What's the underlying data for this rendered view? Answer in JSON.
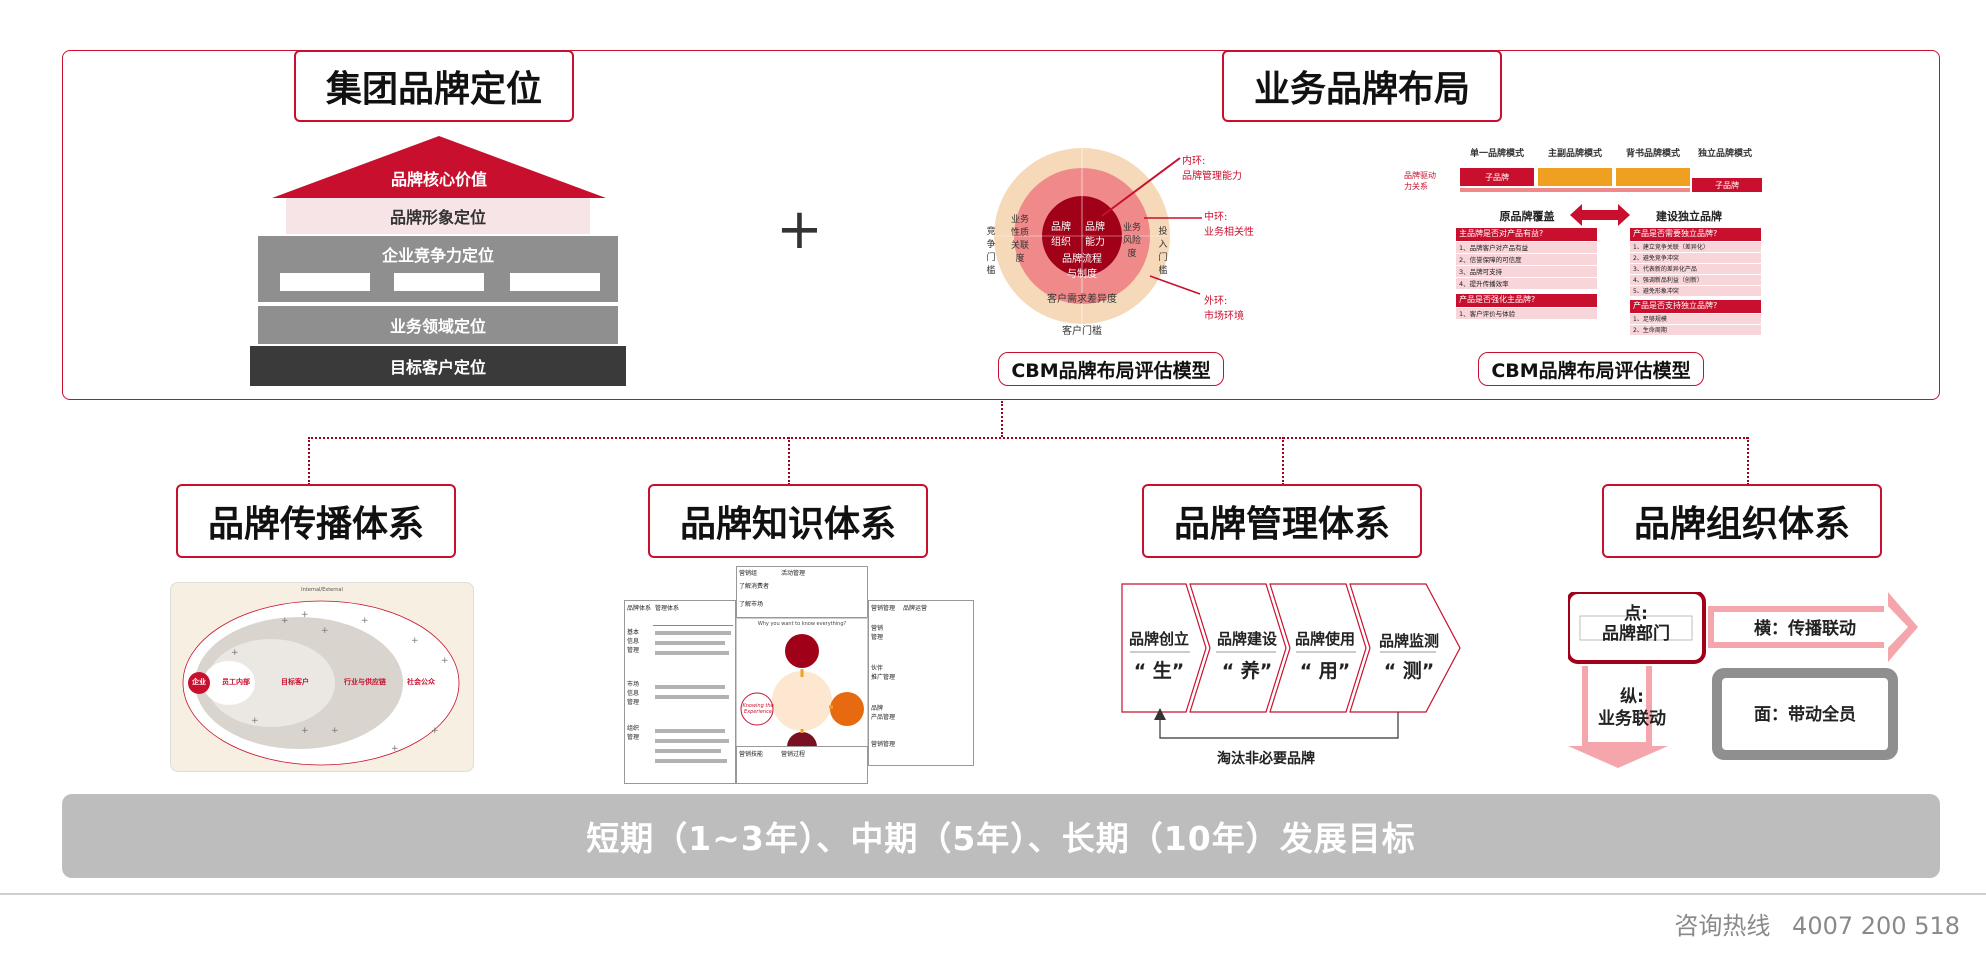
{
  "top": {
    "group_title": "集团品牌定位",
    "business_title": "业务品牌布局",
    "plus": "+",
    "pyramid": {
      "roof": "品牌核心价值",
      "image": "品牌形象定位",
      "competitiveness": "企业竞争力定位",
      "domain": "业务领域定位",
      "customer": "目标客户定位"
    },
    "cbm_ring": {
      "core_left": "品牌\n组织",
      "core_right": "品牌\n能力",
      "core_bottom": "品牌流程\n与制度",
      "mid_left": "业务\n性质\n关联\n度",
      "mid_right": "业务\n风险\n度",
      "mid_bottom": "客户需求差异度",
      "outer_left": "竞\n争\n门\n槛",
      "outer_right": "投\n入\n门\n槛",
      "outer_bottom": "客户门槛",
      "inner_note": "内环:\n品牌管理能力",
      "middle_note": "中环:\n业务相关性",
      "outer_note": "外环:\n市场环境"
    },
    "cbm_caption_1": "CBM品牌布局评估模型",
    "cbm_caption_2": "CBM品牌布局评估模型",
    "brand_matrix": {
      "headers": [
        "单一品牌模式",
        "主副品牌模式",
        "背书品牌模式",
        "独立品牌模式"
      ],
      "row_label": "品牌驱动\n力关系",
      "sub_brand_1": "子品牌",
      "sub_brand_2": "子品牌",
      "left_title": "原品牌覆盖",
      "right_title": "建设独立品牌",
      "left_q1": "主品牌是否对产品有益?",
      "left_items_1": [
        "1、品牌客户对产品有益",
        "2、信誉保障的可信度",
        "3、品牌可支持",
        "4、提升传播效率"
      ],
      "left_q2": "产品是否强化主品牌?",
      "left_items_2": [
        "1、客户评价与体验"
      ],
      "right_q1": "产品是否需要独立品牌?",
      "right_items_1": [
        "1、建立竞争关联（差异化）",
        "2、避免竞争冲突",
        "3、代表新的差异化产品",
        "4、强调新品利益（创新）",
        "5、避免形象冲突"
      ],
      "right_q2": "产品是否支持独立品牌?",
      "right_items_2": [
        "1、足够规模",
        "2、生命周期"
      ]
    }
  },
  "systems": [
    {
      "title": "品牌传播体系"
    },
    {
      "title": "品牌知识体系"
    },
    {
      "title": "品牌管理体系"
    },
    {
      "title": "品牌组织体系"
    }
  ],
  "comm_diagram": {
    "top_label": "Internal/External",
    "nodes": [
      "企业",
      "员工内部",
      "目标客户",
      "行业与供应链",
      "社会公众"
    ]
  },
  "knowledge_diagram": {
    "top_headers": [
      "营销组",
      "活动管理"
    ],
    "top_rows": [
      "了解消费者",
      "了解市场"
    ],
    "left_headers": [
      "品牌体系",
      "管理体系"
    ],
    "left_rows": [
      "基本\n信息\n管理",
      "市场\n信息\n管理",
      "组织\n管理"
    ],
    "right_headers": [
      "营销管理",
      "品牌运营"
    ],
    "right_rows": [
      "营销\n管理",
      "伙伴\n推广管理",
      "品牌\n产品管理",
      "营销管理"
    ],
    "center_title": "Why you want to know everything?",
    "center_word": "Knowing the Experience",
    "bottom_headers": [
      "营销技能",
      "营销过程"
    ]
  },
  "management_diagram": {
    "stages": [
      {
        "name": "品牌创立",
        "verb": "“ 生”"
      },
      {
        "name": "品牌建设",
        "verb": "“ 养”"
      },
      {
        "name": "品牌使用",
        "verb": "“ 用”"
      },
      {
        "name": "品牌监测",
        "verb": "“ 测”"
      }
    ],
    "feedback": "淘汰非必要品牌"
  },
  "org_diagram": {
    "point": "点:\n品牌部门",
    "horizontal": "横：传播联动",
    "vertical": "纵:\n业务联动",
    "surface": "面：带动全员"
  },
  "goal": "短期（1~3年）、中期（5年）、长期（10年）发展目标",
  "footer": {
    "hotline_label": "咨询热线",
    "hotline_number": "4007 200 518"
  },
  "colors": {
    "brand_red": "#c8102e",
    "deep_red": "#a00018",
    "gray_band": "#8f8f8f",
    "goal_gray": "#bdbdbd",
    "light_pink": "#f7d5d8",
    "orange": "#f0a020"
  }
}
